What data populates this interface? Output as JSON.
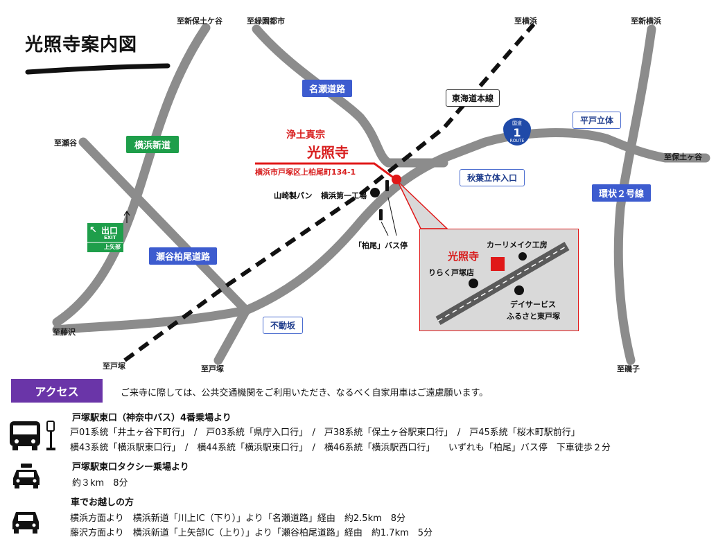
{
  "map": {
    "title": "光照寺案内図",
    "destinations": {
      "shinhodogaya": "至新保土ケ谷",
      "midori": "至緑園都市",
      "yokohama": "至横浜",
      "shinyokohama": "至新横浜",
      "seya": "至瀬谷",
      "hodogaya": "至保土ヶ谷",
      "fujisawa": "至藤沢",
      "totsuka1": "至戸塚",
      "totsuka2": "至戸塚",
      "isogo": "至磯子"
    },
    "road_labels": {
      "nasedoro": "名瀬道路",
      "yokohama_shindo": "横浜新道",
      "tokaido": "東海道本線",
      "hirado": "平戸立体",
      "akiba": "秋葉立体入口",
      "kanjo2": "環状２号線",
      "segaya": "瀬谷柏尾道路",
      "fudozaka": "不動坂"
    },
    "route1": {
      "kokudo": "国道",
      "number": "1",
      "route": "ROUTE"
    },
    "exit_sign": {
      "jp": "出口",
      "en": "EXIT",
      "place": "上矢部"
    },
    "temple": {
      "sect": "浄土真宗",
      "name": "光照寺",
      "address": "横浜市戸塚区上柏尾町134-1"
    },
    "landmarks": {
      "yamazaki": "山崎製パン",
      "daiichi": "横浜第一工場",
      "busstop": "「柏尾」バス停"
    },
    "inset": {
      "name": "光照寺",
      "carry": "カーリメイク工房",
      "riraku": "りらく戸塚店",
      "dayservice1": "デイサービス",
      "dayservice2": "ふるさと東戸塚"
    },
    "colors": {
      "temple_red": "#e01818",
      "road_gray": "#8c8c8c",
      "blue_box": "#3d5ccf",
      "green_box": "#1e9e4a",
      "access_purple": "#6a35a8"
    }
  },
  "access": {
    "header": "アクセス",
    "intro": "ご来寺に際しては、公共交通機関をご利用いただき、なるべく自家用車はご遠慮願います。",
    "bus": {
      "icon": "bus-icon",
      "title": "戸塚駅東口（神奈中バス）4番乗場より",
      "line1": "戸01系統「井土ヶ谷下町行」　/　戸03系統「県庁入口行」　/　戸38系統「保土ヶ谷駅東口行」　/　戸45系統「桜木町駅前行」",
      "line2": "横43系統「横浜駅東口行」　/　横44系統「横浜駅東口行」　/　横46系統「横浜駅西口行」　　いずれも「柏尾」バス停　下車徒歩２分"
    },
    "taxi": {
      "icon": "taxi-icon",
      "title": "戸塚駅東口タクシー乗場より",
      "line1": "約３km　8分"
    },
    "car": {
      "icon": "car-icon",
      "title": "車でお越しの方",
      "line1": "横浜方面より　横浜新道「川上IC（下り）」より「名瀬道路」経由　約2.5km　8分",
      "line2": "藤沢方面より　横浜新道「上矢部IC（上り）」より「瀬谷柏尾道路」経由　約1.7km　5分"
    }
  }
}
